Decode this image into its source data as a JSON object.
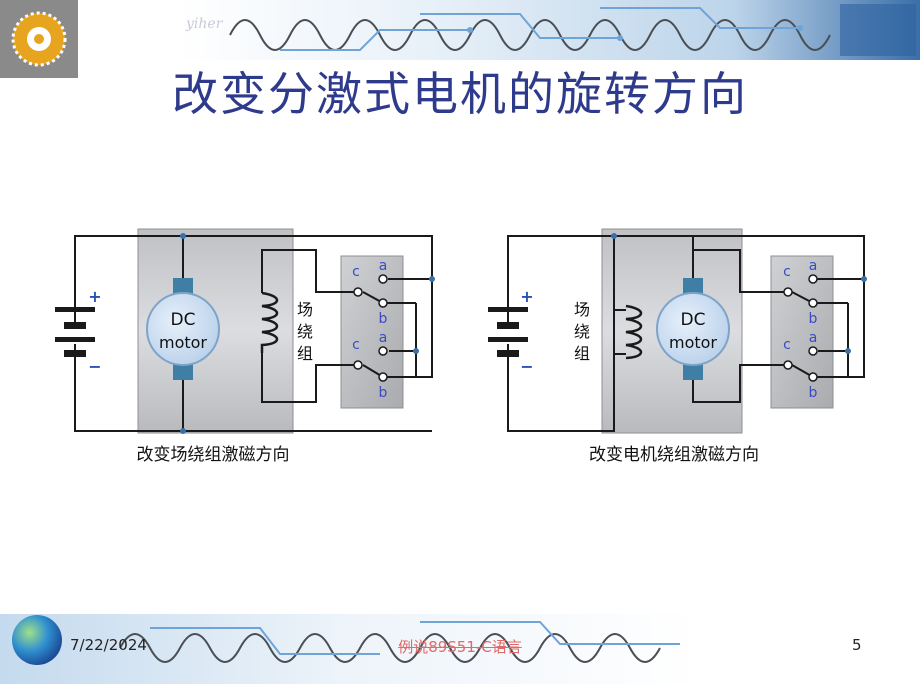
{
  "slide": {
    "title": "改变分激式电机的旋转方向",
    "watermark": "yiher"
  },
  "left_diagram": {
    "motor_line1": "DC",
    "motor_line2": "motor",
    "coil_label": [
      "场",
      "绕",
      "组"
    ],
    "plus": "+",
    "minus": "−",
    "switch_top": {
      "a": "a",
      "c": "c",
      "b": "b"
    },
    "switch_bottom": {
      "a": "a",
      "c": "c",
      "b": "b"
    },
    "caption": "改变场绕组激磁方向"
  },
  "right_diagram": {
    "motor_line1": "DC",
    "motor_line2": "motor",
    "coil_label": [
      "场",
      "绕",
      "组"
    ],
    "plus": "+",
    "minus": "−",
    "switch_top": {
      "a": "a",
      "c": "c",
      "b": "b"
    },
    "switch_bottom": {
      "a": "a",
      "c": "c",
      "b": "b"
    },
    "caption": "改变电机绕组激磁方向"
  },
  "footer": {
    "date": "7/22/2024",
    "center": "例说89S51-C语言",
    "page": "5"
  },
  "colors": {
    "title": "#2e3a8c",
    "switch_letter": "#3b4bc4",
    "housing": "#cfd1d4",
    "motor_fill": "#cfe0f5",
    "shaft": "#3f7fa6"
  },
  "icons": [
    "gear-logo-icon",
    "globe-icon"
  ]
}
